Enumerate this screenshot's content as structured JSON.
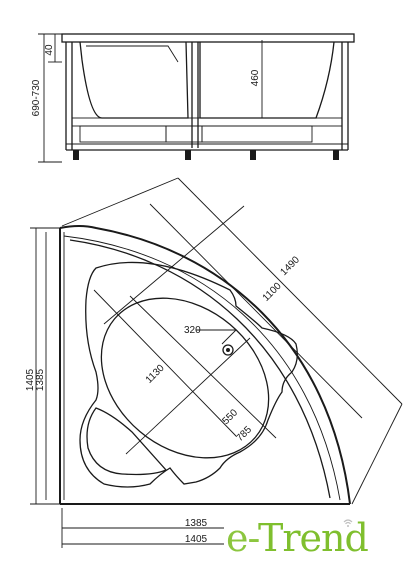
{
  "dimensions": {
    "side": {
      "top_rim": "40",
      "total_height": "690-730",
      "depth": "460"
    },
    "plan": {
      "outer_left": "1405",
      "inner_left": "1385",
      "diagonal_outer": "1490",
      "diagonal_inner": "1100",
      "drain": "320",
      "basin_length": "1130",
      "basin_width": "550",
      "basin_depth_diag": "785",
      "bottom_inner": "1385",
      "bottom_outer": "1405"
    }
  },
  "logo": {
    "e_part": "e-",
    "trend_part": "Trend",
    "brand_color": "#7fbf2e"
  }
}
